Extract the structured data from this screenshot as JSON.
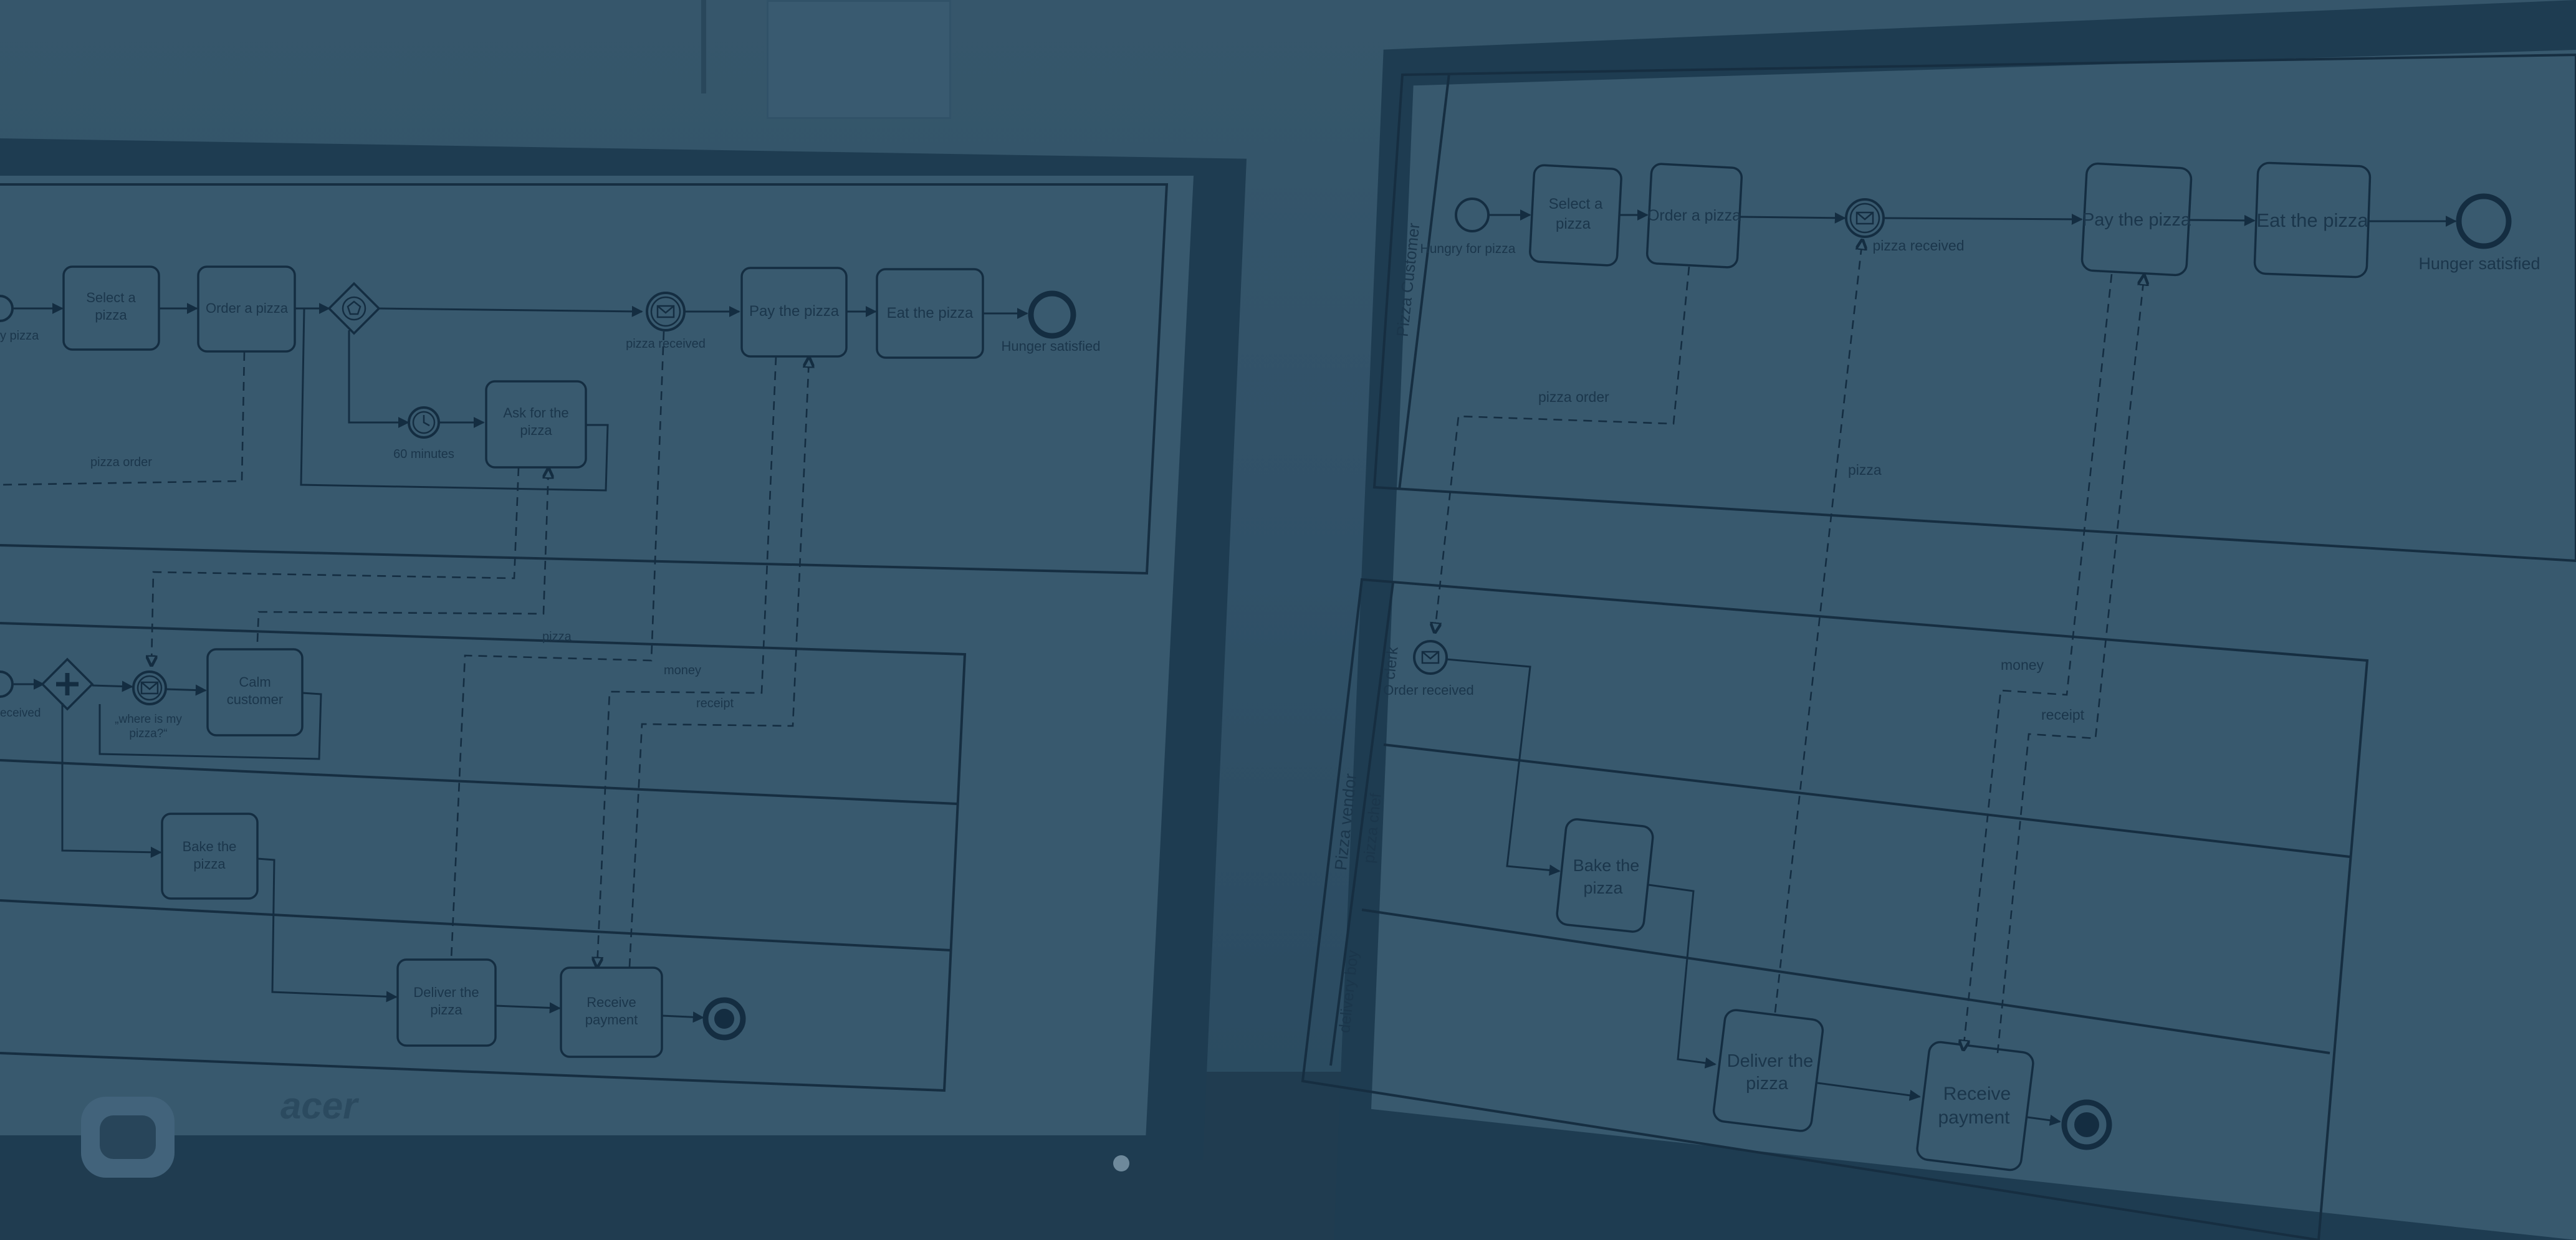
{
  "left_screen": {
    "customer_lane": {
      "start_event": "y pizza",
      "task_select": [
        "Select a",
        "pizza"
      ],
      "task_order": "Order a pizza",
      "task_pay": "Pay the pizza",
      "task_eat": "Eat the pizza",
      "task_ask": [
        "Ask for the",
        "pizza"
      ],
      "timer": "60 minutes",
      "message_event": "pizza received",
      "end_event": "Hunger satisfied",
      "flow_pizza_order": "pizza order"
    },
    "vendor_pool": {
      "start_event": "eceived",
      "message_event": [
        "„where is my",
        "pizza?“"
      ],
      "task_calm": [
        "Calm",
        "customer"
      ],
      "task_bake": [
        "Bake the",
        "pizza"
      ],
      "task_deliver": [
        "Deliver the",
        "pizza"
      ],
      "task_receive": [
        "Receive",
        "payment"
      ],
      "flow_pizza": "pizza",
      "flow_money": "money",
      "flow_receipt": "receipt"
    }
  },
  "right_screen": {
    "customer_pool": {
      "pool_label": "Pizza Customer",
      "start_event": "Hungry for pizza",
      "task_select": [
        "Select a",
        "pizza"
      ],
      "task_order": "Order a pizza",
      "message_event": "pizza received",
      "task_pay": "Pay the pizza",
      "task_eat": "Eat the pizza",
      "end_event": "Hunger satisfied",
      "flow_pizza_order": "pizza order",
      "flow_pizza": "pizza"
    },
    "vendor_pool": {
      "pool_label": "Pizza vendor",
      "lane_clerk": "clerk",
      "lane_chef": "pizza chef",
      "lane_delivery": "delivery boy",
      "start_event": "Order received",
      "task_bake": [
        "Bake the",
        "pizza"
      ],
      "task_deliver": [
        "Deliver the",
        "pizza"
      ],
      "task_receive": [
        "Receive",
        "payment"
      ],
      "flow_money": "money",
      "flow_receipt": "receipt"
    }
  },
  "monitor_brand": "acer",
  "colors": {
    "overlay": "#2f4d60",
    "screen": "#3e5d71",
    "ink": "#12283a"
  },
  "icons": [
    "message-envelope-icon",
    "timer-clock-icon",
    "event-based-gateway-icon",
    "parallel-gateway-icon"
  ]
}
